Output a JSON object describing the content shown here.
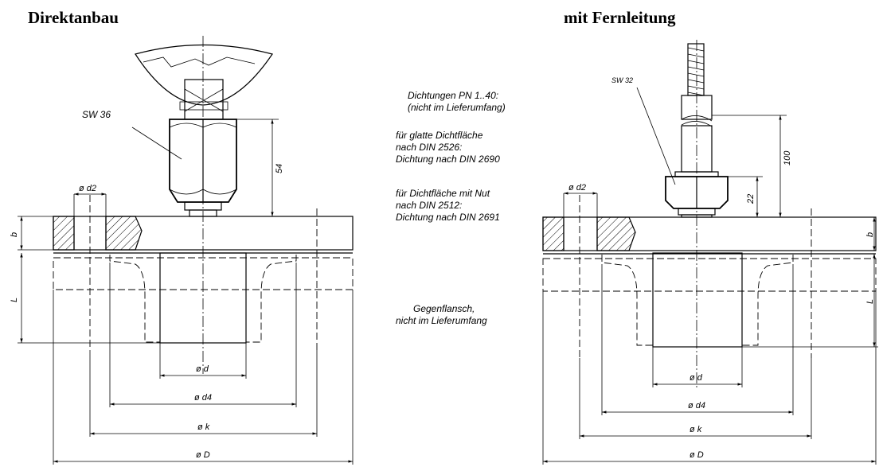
{
  "titles": {
    "left": "Direktanbau",
    "right": "mit Fernleitung"
  },
  "notes": {
    "seals_1": "Dichtungen PN 1..40:",
    "seals_2": "(nicht im Lieferumfang)",
    "smooth_1": "für glatte Dichtfläche",
    "smooth_2": "nach DIN 2526:",
    "smooth_3": "Dichtung nach DIN 2690",
    "groove_1": "für Dichtfläche mit Nut",
    "groove_2": "nach DIN 2512:",
    "groove_3": "Dichtung nach DIN 2691",
    "counter_1": "Gegenflansch,",
    "counter_2": "nicht im Lieferumfang"
  },
  "left": {
    "sw": "SW 36",
    "h54": "54",
    "d2": "ø d2",
    "b": "b",
    "L": "L",
    "d": "ø d",
    "d4": "ø d4",
    "k": "ø k",
    "D": "ø D"
  },
  "right": {
    "sw": "SW 32",
    "h100": "100",
    "h22": "22",
    "d2": "ø d2",
    "b": "b",
    "L": "L",
    "d": "ø d",
    "d4": "ø d4",
    "k": "ø k",
    "D": "ø D"
  }
}
